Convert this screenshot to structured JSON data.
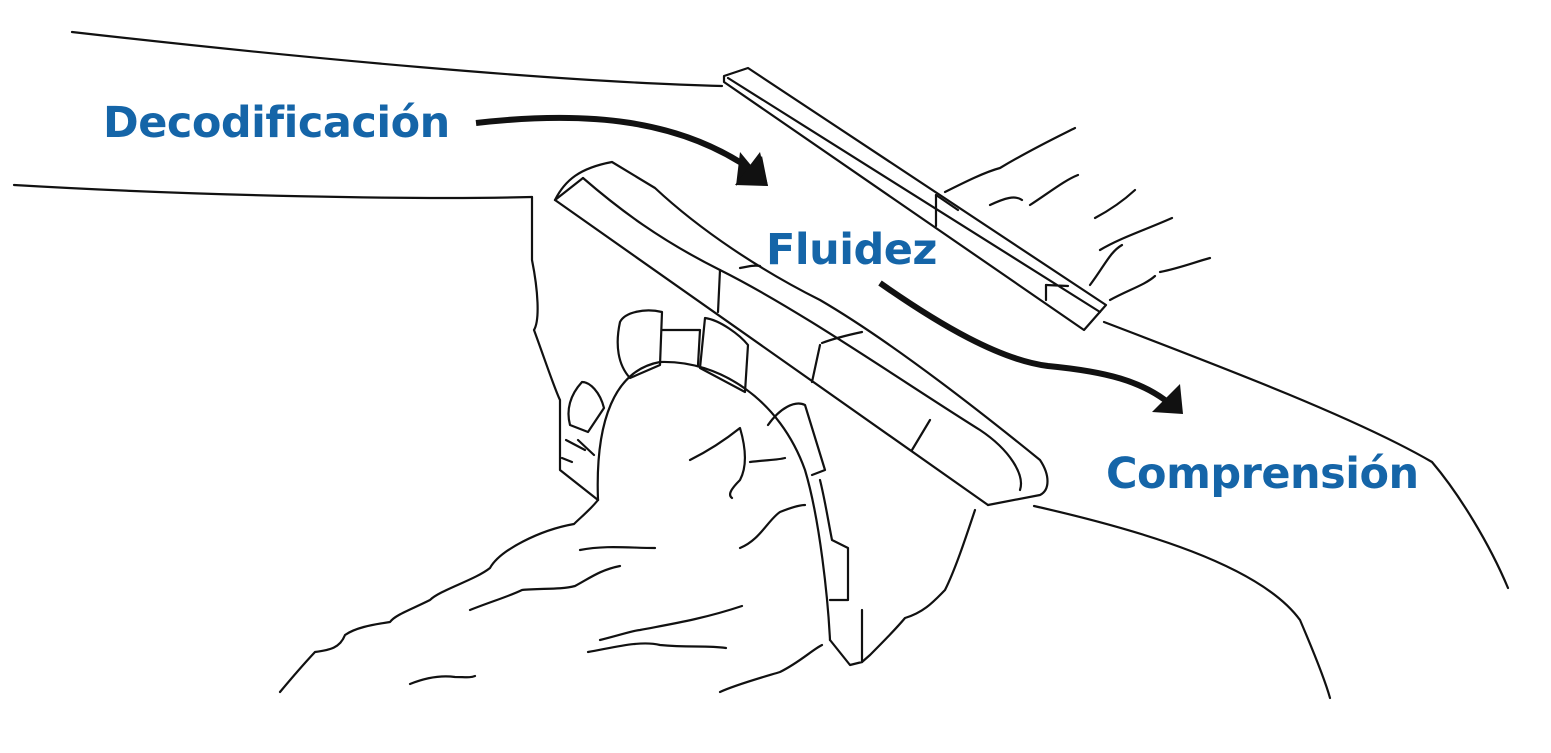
{
  "diagram": {
    "labels": {
      "decoding": "Decodificación",
      "fluency": "Fluidez",
      "comprehension": "Comprensión"
    },
    "colors": {
      "label": "#1565a8",
      "line": "#111111",
      "background": "#ffffff"
    },
    "icons": [
      "bridge-illustration",
      "arrow-icon"
    ]
  }
}
